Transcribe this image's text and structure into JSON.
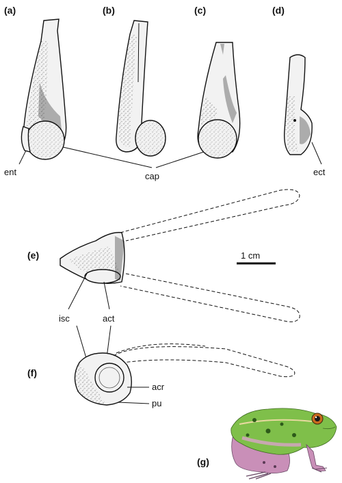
{
  "panels": {
    "a": "(a)",
    "b": "(b)",
    "c": "(c)",
    "d": "(d)",
    "e": "(e)",
    "f": "(f)",
    "g": "(g)"
  },
  "annotations": {
    "ent": "ent",
    "cap": "cap",
    "ect": "ect",
    "isc": "isc",
    "act": "act",
    "acr": "acr",
    "pu": "pu"
  },
  "scale_bar": {
    "label": "1 cm"
  },
  "colors": {
    "frog_body": "#7fbf4a",
    "frog_belly": "#c98fb8",
    "frog_eye": "#c86a1e"
  }
}
